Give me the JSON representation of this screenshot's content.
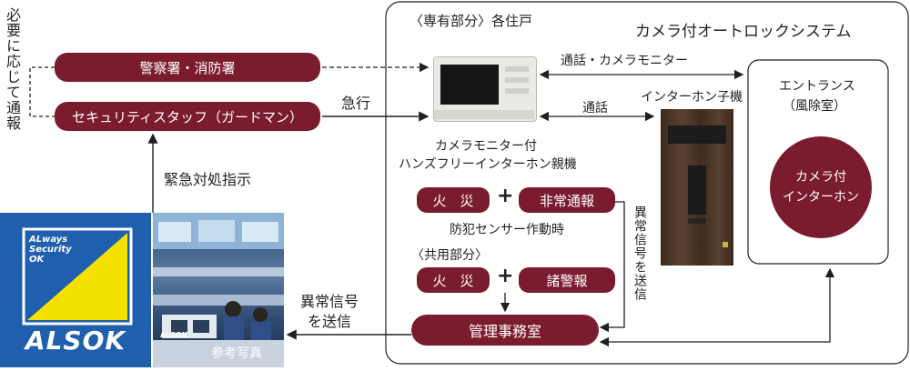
{
  "labels": {
    "left_vertical": "必要に応じて通報",
    "police_fire": "警察署・消防署",
    "security_staff": "セキュリティスタッフ（ガードマン）",
    "dispatch": "急行",
    "emergency_instruction": "緊急対処指示",
    "abnormal_signal": "異常信号",
    "send": "を送信",
    "reference_photo": "参考写真",
    "private_area": "〈専有部分〉各住戸",
    "system_title": "カメラ付オートロックシステム",
    "call_camera_monitor": "通話・カメラモニター",
    "call": "通話",
    "intercom_child": "インターホン子機",
    "main_unit_line1": "カメラモニター付",
    "main_unit_line2": "ハンズフリーインターホン親機",
    "fire": "火　災",
    "emergency_report": "非常通報",
    "crime_sensor": "防犯センサー作動時",
    "common_area": "〈共用部分〉",
    "alarms": "諸警報",
    "management_office": "管理事務室",
    "abnormal_signal_send_vertical": "異常信号を送信",
    "entrance_line1": "エントランス",
    "entrance_line2": "（風除室）",
    "camera_intercom_line1": "カメラ付",
    "camera_intercom_line2": "インターホン",
    "logo_tagline_1": "ALways",
    "logo_tagline_2": "Security",
    "logo_tagline_3": "OK",
    "logo_name": "ALSOK",
    "photo_logo": "ALSOK"
  },
  "colors": {
    "maroon": "#7b1c2e",
    "alsok_blue": "#1f5fad",
    "alsok_yellow": "#f5e100",
    "wood": "#4a3524"
  }
}
